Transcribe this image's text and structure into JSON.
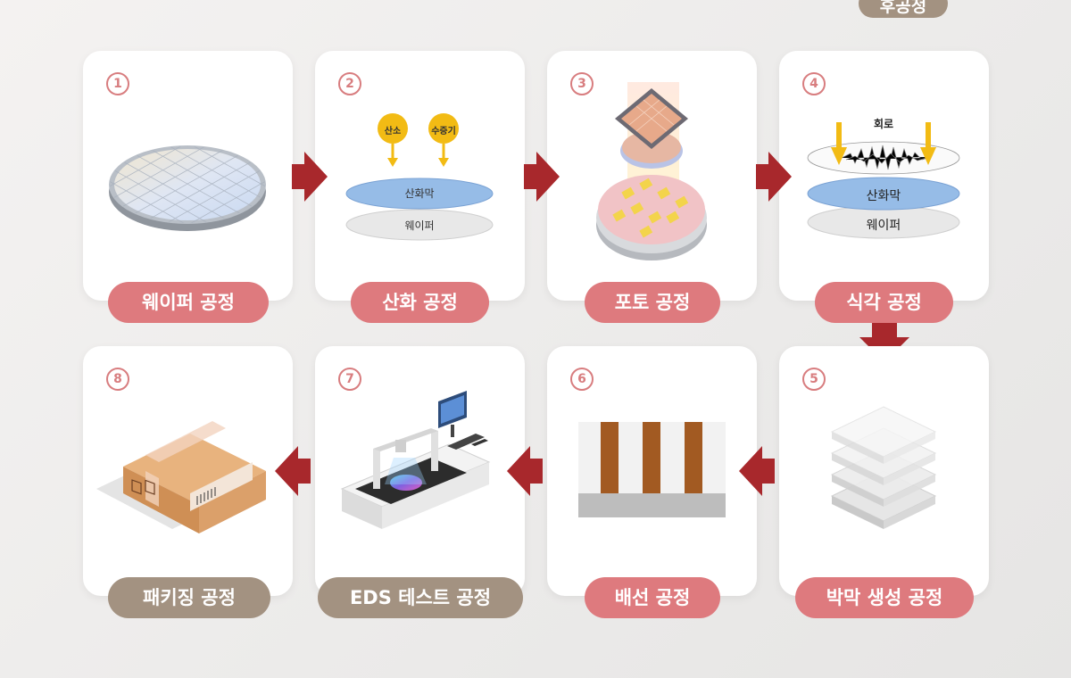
{
  "top_tab": {
    "label": "후공정"
  },
  "steps": [
    {
      "num": "1",
      "label": "웨이퍼 공정"
    },
    {
      "num": "2",
      "label": "산화 공정"
    },
    {
      "num": "3",
      "label": "포토 공정"
    },
    {
      "num": "4",
      "label": "식각 공정"
    },
    {
      "num": "5",
      "label": "박막 생성 공정"
    },
    {
      "num": "6",
      "label": "배선 공정"
    },
    {
      "num": "7",
      "label": "EDS 테스트 공정"
    },
    {
      "num": "8",
      "label": "패키징 공정"
    }
  ],
  "oxidation": {
    "oxygen": "산소",
    "vapor": "수증기",
    "oxide": "산화막",
    "wafer": "웨이퍼"
  },
  "etching": {
    "circuit": "회로",
    "oxide": "산화막",
    "wafer": "웨이퍼"
  },
  "colors": {
    "pill_red": "#de7a7e",
    "pill_brown": "#a39281",
    "arrow": "#a8282c",
    "number": "#d87d7f"
  }
}
